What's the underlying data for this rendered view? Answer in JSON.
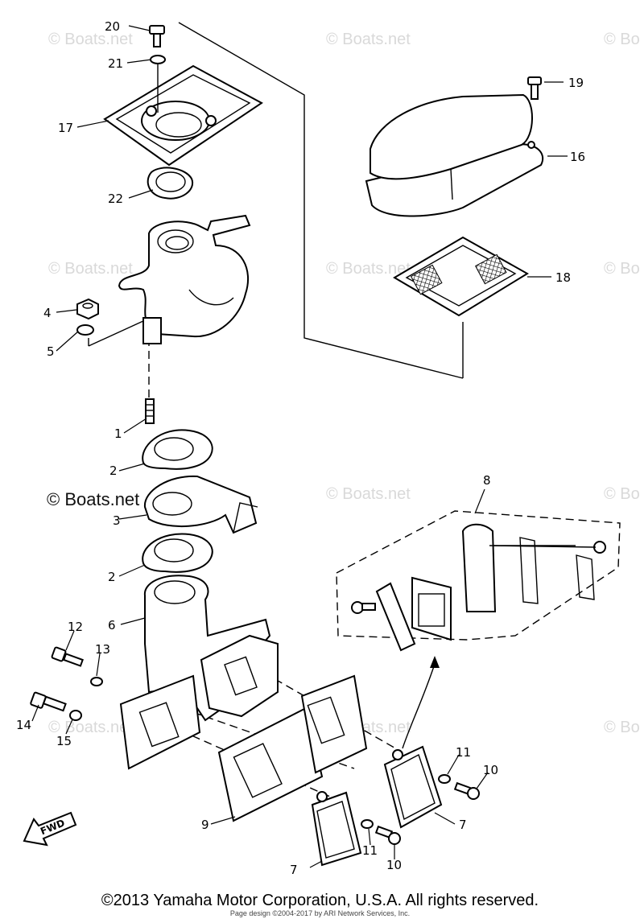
{
  "watermark": "© Boats.net",
  "callouts": {
    "c1": "1",
    "c2a": "2",
    "c2b": "2",
    "c3": "3",
    "c4": "4",
    "c5": "5",
    "c6": "6",
    "c7a": "7",
    "c7b": "7",
    "c8": "8",
    "c9": "9",
    "c10a": "10",
    "c10b": "10",
    "c11a": "11",
    "c11b": "11",
    "c12": "12",
    "c13": "13",
    "c14": "14",
    "c15": "15",
    "c16": "16",
    "c17": "17",
    "c18": "18",
    "c19": "19",
    "c20": "20",
    "c21": "21",
    "c22": "22"
  },
  "fwd_label": "FWD",
  "footer": "©2013 Yamaha Motor Corporation, U.S.A. All rights reserved.",
  "subfooter": "Page design ©2004-2017 by ARI Network Services, Inc."
}
